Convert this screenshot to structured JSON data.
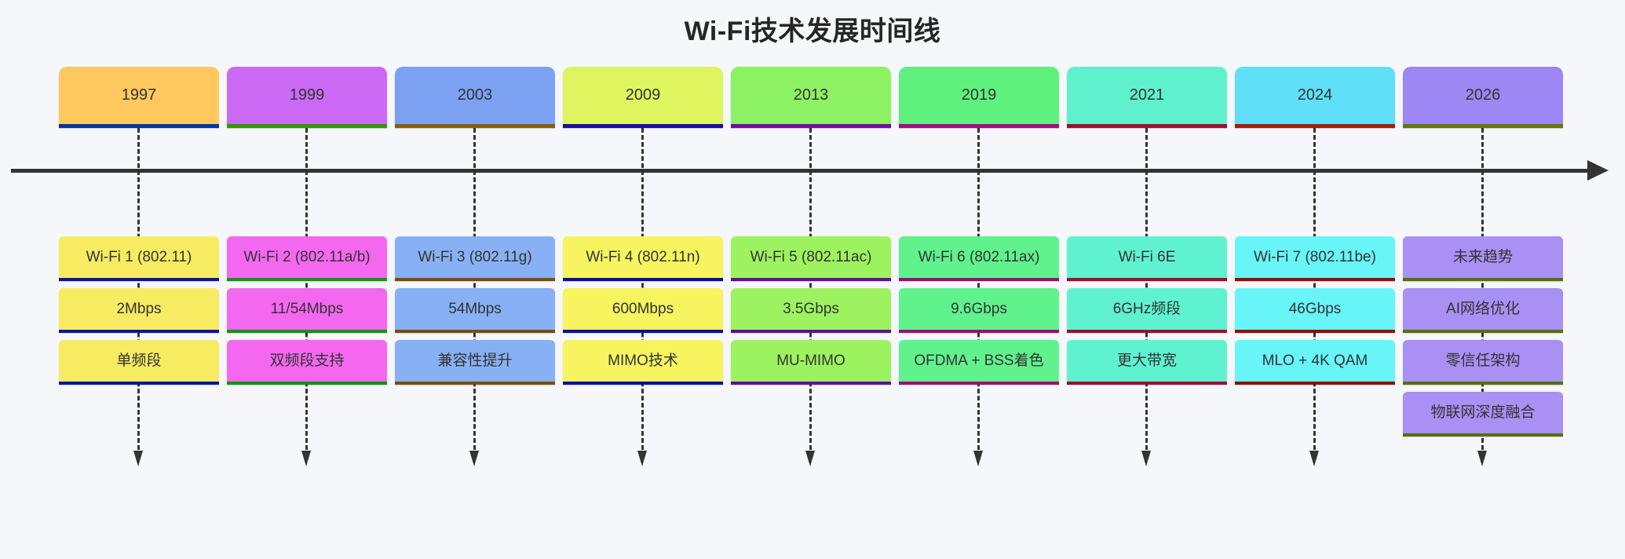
{
  "title": "Wi-Fi技术发展时间线",
  "colors": {
    "background": "#f5f7fa",
    "axis": "#333333",
    "text": "#333333",
    "title_text": "#262626"
  },
  "timeline": {
    "axis_direction": "right-arrow",
    "columns": [
      {
        "year": "1997",
        "year_color": "#FFC95F",
        "year_border": "#0036A0",
        "event_color": "#F7EB62",
        "event_border": "#0814A3",
        "events": [
          "Wi-Fi 1 (802.11)",
          "2Mbps",
          "单频段"
        ]
      },
      {
        "year": "1999",
        "year_color": "#CB69F5",
        "year_border": "#34960A",
        "event_color": "#F468F0",
        "event_border": "#0B970F",
        "events": [
          "Wi-Fi 2 (802.11a/b)",
          "11/54Mbps",
          "双频段支持"
        ]
      },
      {
        "year": "2003",
        "year_color": "#7CA1F2",
        "year_border": "#835E0D",
        "event_color": "#88B0F4",
        "event_border": "#774F0B",
        "events": [
          "Wi-Fi 3 (802.11g)",
          "54Mbps",
          "兼容性提升"
        ]
      },
      {
        "year": "2009",
        "year_color": "#DEF55F",
        "year_border": "#210AA0",
        "event_color": "#F6F45F",
        "event_border": "#090BA0",
        "events": [
          "Wi-Fi 4 (802.11n)",
          "600Mbps",
          "MIMO技术"
        ]
      },
      {
        "year": "2013",
        "year_color": "#8CF163",
        "year_border": "#730E9C",
        "event_color": "#9DF35F",
        "event_border": "#620CA0",
        "events": [
          "Wi-Fi 5 (802.11ac)",
          "3.5Gbps",
          "MU-MIMO"
        ]
      },
      {
        "year": "2019",
        "year_color": "#5FF17E",
        "year_border": "#A00E81",
        "event_color": "#60F28D",
        "event_border": "#9F0D72",
        "events": [
          "Wi-Fi 6 (802.11ax)",
          "9.6Gbps",
          "OFDMA + BSS着色"
        ]
      },
      {
        "year": "2021",
        "year_color": "#5FF1CD",
        "year_border": "#A00E32",
        "event_color": "#5FF2D1",
        "event_border": "#A00D2E",
        "events": [
          "Wi-Fi 6E",
          "6GHz频段",
          "更大带宽"
        ]
      },
      {
        "year": "2024",
        "year_color": "#5FDFF8",
        "year_border": "#A02007",
        "event_color": "#67F5F8",
        "event_border": "#980A07",
        "events": [
          "Wi-Fi 7 (802.11be)",
          "46Gbps",
          "MLO + 4K QAM"
        ]
      },
      {
        "year": "2026",
        "year_color": "#9C87F4",
        "year_border": "#63780B",
        "event_color": "#A890F4",
        "event_border": "#576F0B",
        "events": [
          "未来趋势",
          "AI网络优化",
          "零信任架构",
          "物联网深度融合"
        ]
      }
    ]
  }
}
